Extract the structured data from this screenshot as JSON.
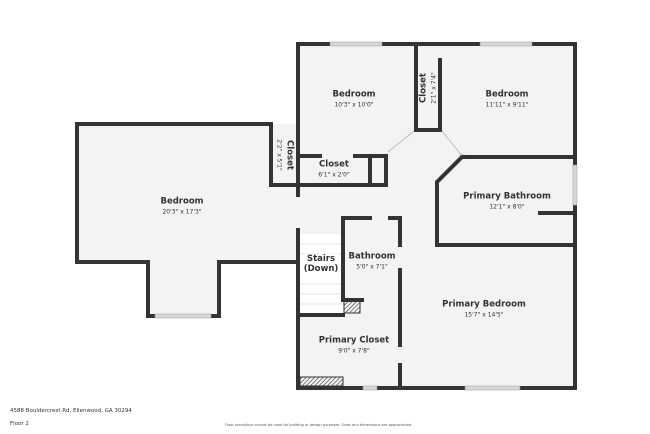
{
  "rooms": [
    {
      "name": "Bedroom",
      "dims": "20'3\" x 17'3\""
    },
    {
      "name": "Closet",
      "dims": "2'2\" x 5'1\""
    },
    {
      "name": "Bedroom",
      "dims": "10'3\" x 10'0\""
    },
    {
      "name": "Closet",
      "dims": "6'1\" x 2'0\""
    },
    {
      "name": "Closet",
      "dims": "2'1\" x 7'4\""
    },
    {
      "name": "Bedroom",
      "dims": "11'11\" x 9'11\""
    },
    {
      "name": "Primary Bathroom",
      "dims": "12'1\" x 8'0\""
    },
    {
      "name": "Stairs\n(Down)",
      "dims": ""
    },
    {
      "name": "Bathroom",
      "dims": "5'0\" x 7'1\""
    },
    {
      "name": "Primary Bedroom",
      "dims": "15'7\" x 14'5\""
    },
    {
      "name": "Primary Closet",
      "dims": "9'0\" x 7'8\""
    }
  ],
  "footer": {
    "address": "4588 Bouldercrest Rd, Ellenwood, GA 30294",
    "floor": "Floor 2",
    "disclaimer": "Floor plans/tour cannot be used for building or design purposes. Sizes and dimensions are approximate."
  },
  "colors": {
    "wall": "#333333",
    "floor": "#f3f3f3",
    "window": "#cfcfcf"
  }
}
